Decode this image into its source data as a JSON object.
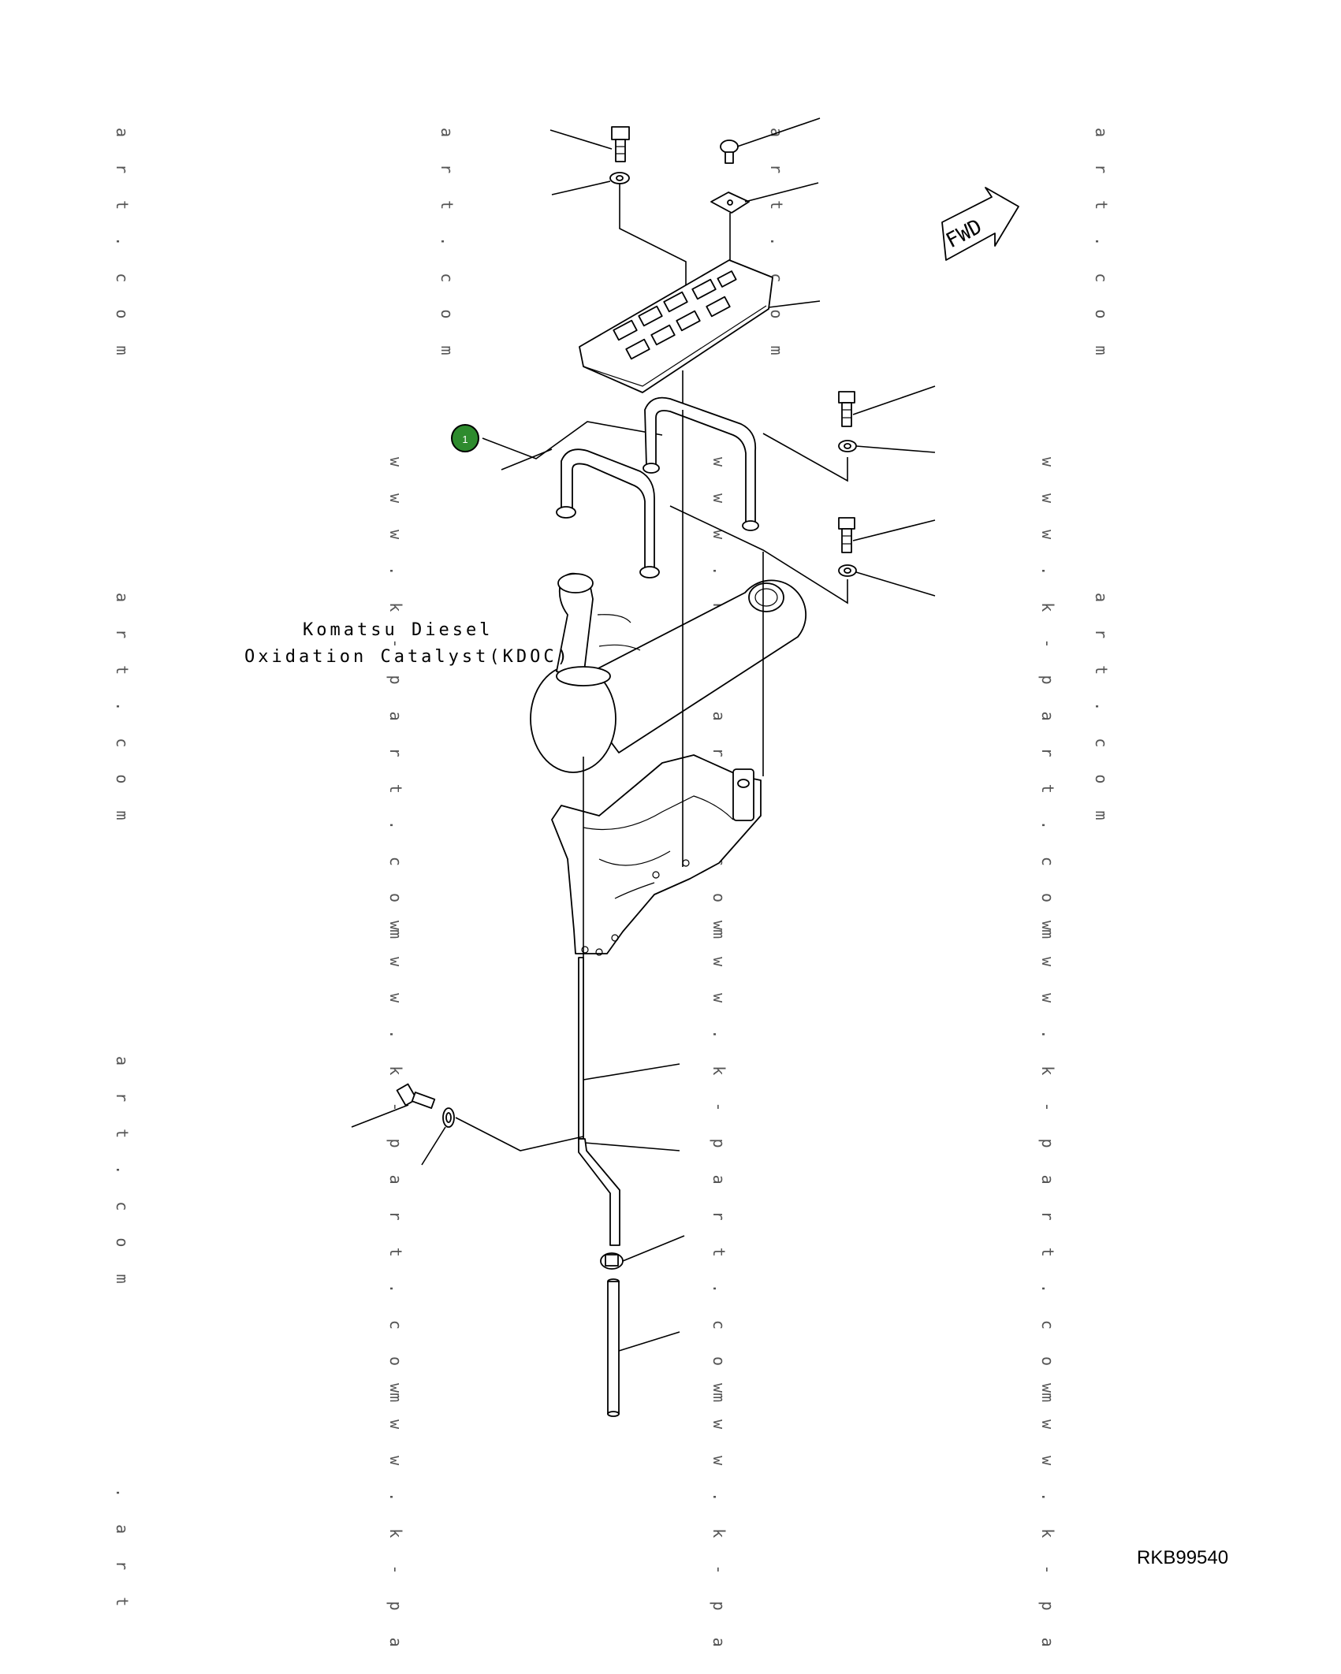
{
  "watermarks": {
    "domain_a": "a r t . c o m",
    "domain_b": "w w w . k - p a r t . c o m",
    "partial_a": ". a r t",
    "partial_b": "w w w . k - p a r t"
  },
  "caption": {
    "line1": "Komatsu Diesel",
    "line2": "Oxidation Catalyst(KDOC)"
  },
  "fwd_label": "FWD",
  "callout": {
    "number": "1",
    "color": "#2e8b2e"
  },
  "drawing_code": "RKB99540"
}
